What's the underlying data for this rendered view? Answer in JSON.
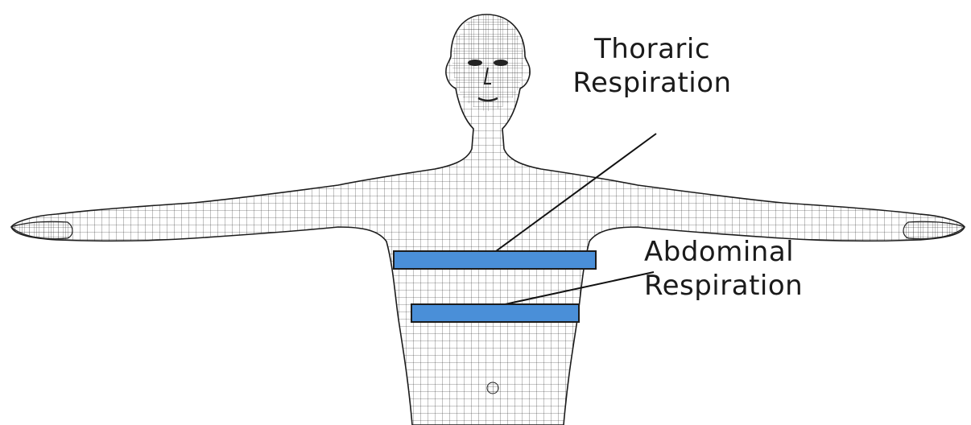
{
  "annotations": {
    "thoracic": {
      "line1": "Thoraric",
      "line2": "Respiration"
    },
    "abdominal": {
      "line1": "Abdominal",
      "line2": "Respiration"
    }
  },
  "colors": {
    "band_fill": "#4a8fd8",
    "band_stroke": "#1c1c1c",
    "mesh_stroke": "#222222",
    "leader_line": "#111111"
  },
  "figure": {
    "subject": "wireframe-human-body-mesh"
  }
}
